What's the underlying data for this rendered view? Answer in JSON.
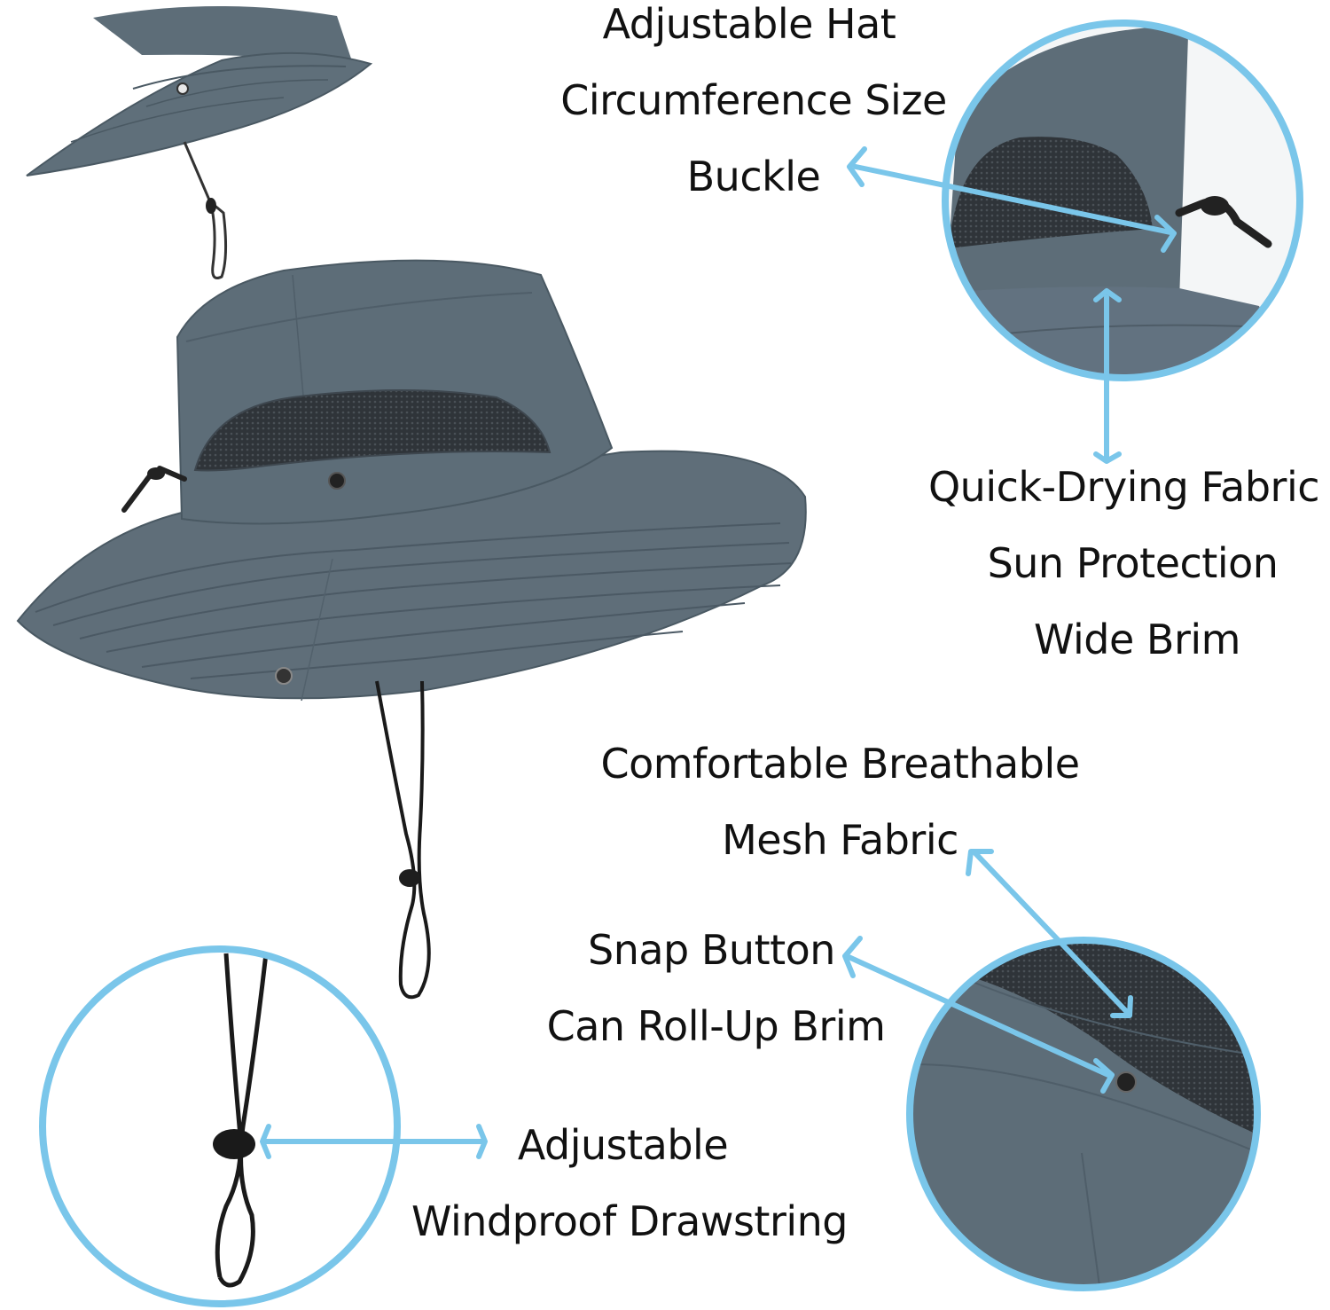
{
  "features": {
    "adjustable_hat": {
      "line1": "Adjustable Hat",
      "line2": "Circumference Size",
      "line3": "Buckle"
    },
    "fabric": {
      "line1": "Quick-Drying Fabric",
      "line2": "Sun Protection",
      "line3": "Wide Brim"
    },
    "mesh": {
      "line1": "Comfortable Breathable",
      "line2": "Mesh Fabric"
    },
    "snap": {
      "line1": "Snap Button",
      "line2": "Can Roll-Up Brim"
    },
    "drawstring": {
      "line1": "Adjustable",
      "line2": "Windproof Drawstring"
    }
  },
  "colors": {
    "hat": "#5d6d78",
    "hat_dark": "#4a5963",
    "mesh": "#2c3136",
    "callout": "#7ac6ea",
    "text": "#111111"
  }
}
